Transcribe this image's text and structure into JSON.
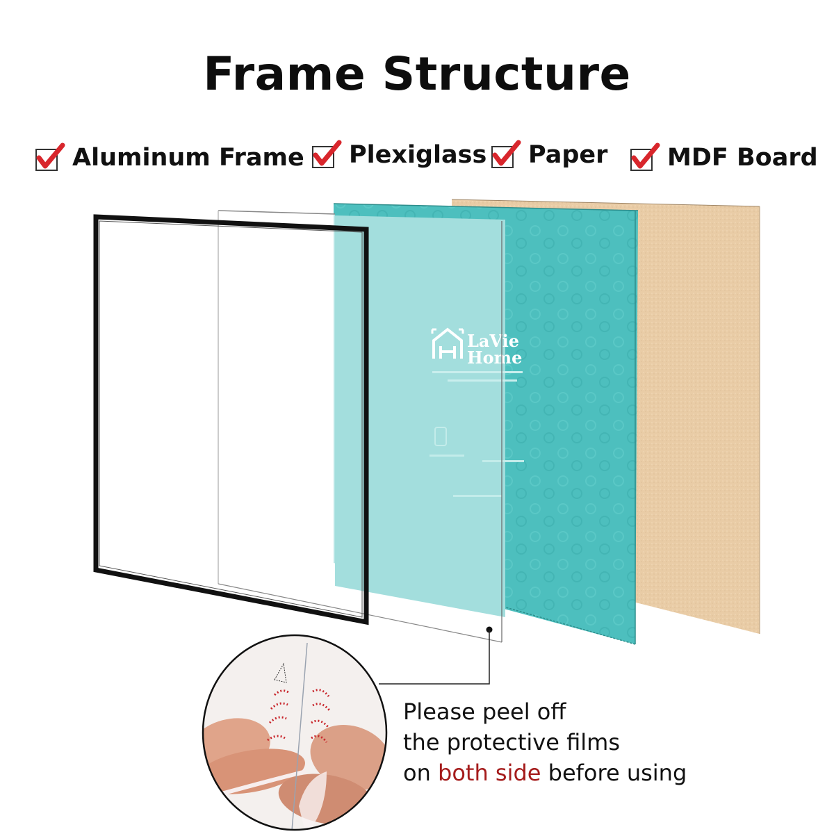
{
  "header": {
    "title": "Frame Structure"
  },
  "features": [
    {
      "label": "Aluminum Frame",
      "icon": "checked-box-icon"
    },
    {
      "label": "Plexiglass",
      "icon": "checked-box-icon"
    },
    {
      "label": "Paper",
      "icon": "checked-box-icon"
    },
    {
      "label": "MDF Board",
      "icon": "checked-box-icon"
    }
  ],
  "layers": [
    {
      "name": "Aluminum Frame",
      "color": "#111111"
    },
    {
      "name": "Plexiglass",
      "color": "#ffffff"
    },
    {
      "name": "Paper",
      "color": "#9fdcdb"
    },
    {
      "name": "Paper (teal back)",
      "color": "#4fc1c0"
    },
    {
      "name": "MDF Board",
      "color": "#e8cba4"
    }
  ],
  "paper_insert": {
    "brand_line1": "LaVie",
    "brand_line2": "Home"
  },
  "callout": {
    "line1": "Please peel off",
    "line2": "the protective films",
    "line3_prefix": "on ",
    "line3_highlight": "both side",
    "line3_suffix": " before using",
    "highlight_color": "#a51c1c"
  },
  "colors": {
    "check_red": "#d8262c",
    "teal_light": "#a3dedd",
    "teal_dark": "#4dbfbe",
    "mdf": "#e9cca6",
    "frame_black": "#111111"
  }
}
